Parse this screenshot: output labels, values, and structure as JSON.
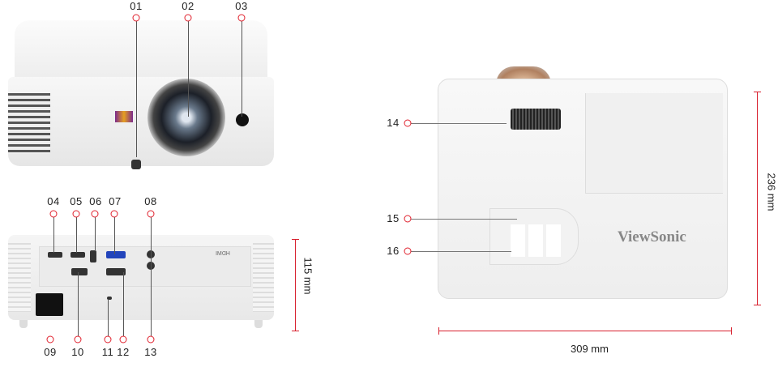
{
  "callouts_front": [
    "01",
    "02",
    "03"
  ],
  "callouts_rear_top": [
    "04",
    "05",
    "06",
    "07",
    "08"
  ],
  "callouts_rear_bottom": [
    "09",
    "10",
    "11",
    "12",
    "13"
  ],
  "callouts_top_view": [
    "14",
    "15",
    "16"
  ],
  "dimensions": {
    "height": "115 mm",
    "depth": "236 mm",
    "width": "309 mm"
  },
  "brand": "ViewSonic",
  "rear_logo": "HDMI",
  "colors": {
    "callout": "#e0202c",
    "body": "#f3f3f3"
  }
}
